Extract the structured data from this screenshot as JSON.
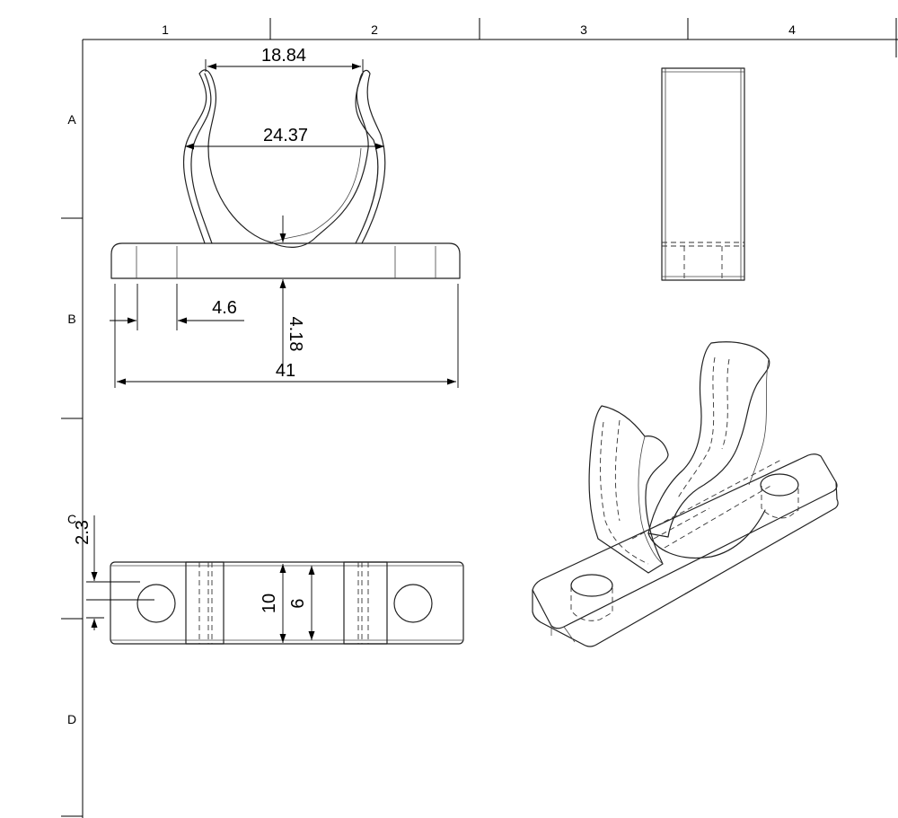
{
  "border": {
    "columns": [
      "1",
      "2",
      "3",
      "4"
    ],
    "rows": [
      "A",
      "B",
      "C",
      "D"
    ]
  },
  "front_view": {
    "dim_top_opening": "18.84",
    "dim_clip_width": "24.37",
    "dim_hole_offset": "4.6",
    "dim_base_thickness": "4.18",
    "dim_overall_length": "41"
  },
  "top_view": {
    "dim_hole_edge": "2.3",
    "dim_base_width": "10",
    "dim_clip_band_width": "9"
  }
}
